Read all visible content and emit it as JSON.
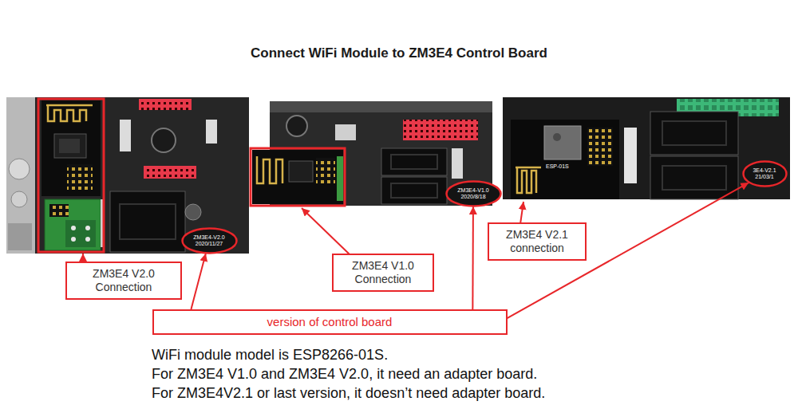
{
  "diagram": {
    "title": "Connect WiFi Module to ZM3E4 Control Board",
    "nodes": [
      {
        "text": [
          "ZM3E4-V2.0 2020/11/27"
        ]
      },
      {
        "text": [
          "ZM3E4-V1.0 2020/8/18"
        ]
      },
      {
        "text": [
          "3E4-V2.1 21/03/1"
        ]
      },
      {
        "text": [
          "ZM3E4 V2.0 Connection"
        ]
      },
      {
        "text": [
          "ZM3E4 V1.0 Connection"
        ]
      },
      {
        "text": [
          "ZM3E4 V2.1 connection"
        ]
      },
      {
        "text": [
          "version of control board"
        ]
      }
    ],
    "edges": [
      {
        "from": 6,
        "to": 0,
        "arrow": "to"
      },
      {
        "from": 6,
        "to": 1,
        "arrow": "to"
      },
      {
        "from": 6,
        "to": 2,
        "arrow": "to"
      }
    ],
    "labels": [
      "ESP-01S",
      "WiFi module model is ESP8266-01S.",
      "For ZM3E4 V1.0 and ZM3E4 V2.0, it need an adapter board.",
      "For ZM3E4V2.1 or last version, it doesn’t need adapter board."
    ]
  }
}
